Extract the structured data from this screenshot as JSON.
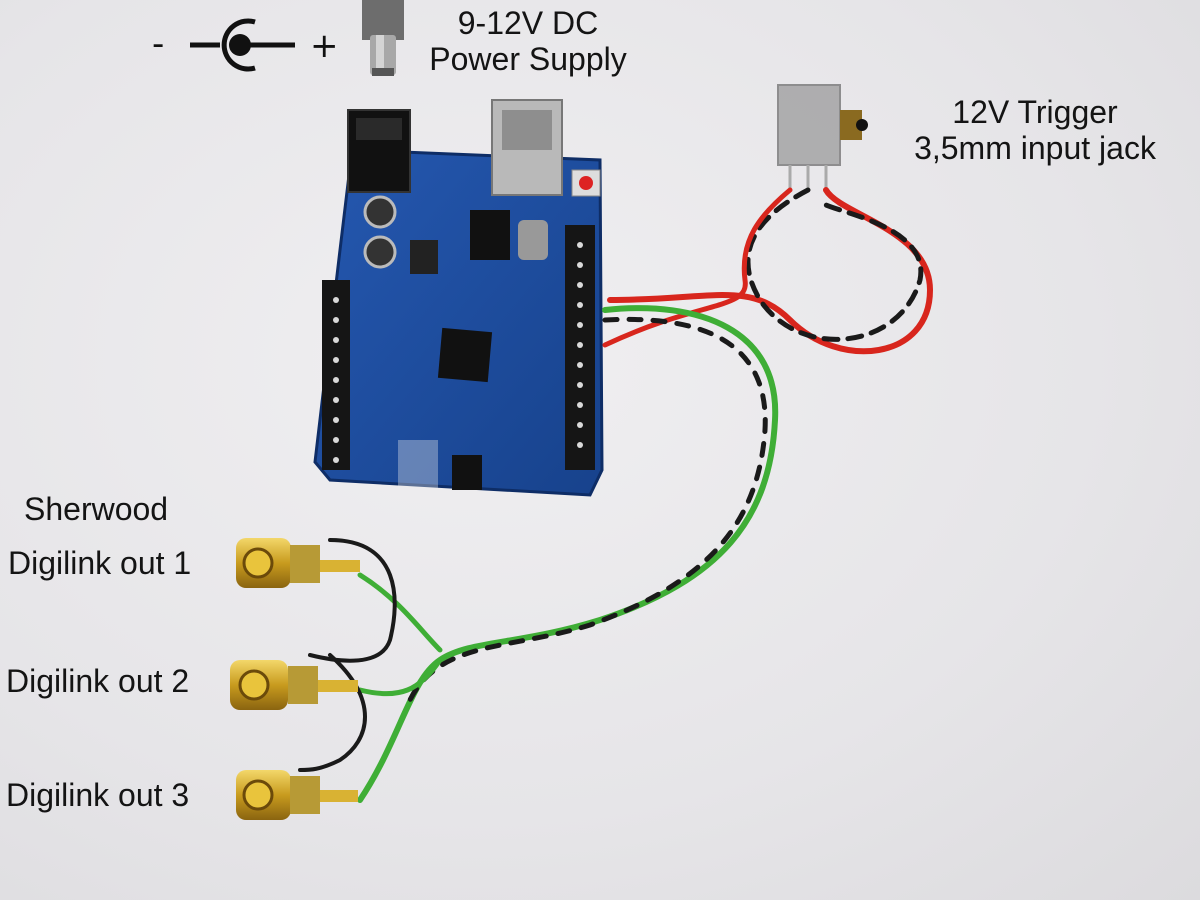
{
  "labels": {
    "power_line1": "9-12V DC",
    "power_line2": "Power Supply",
    "trigger_line1": "12V Trigger",
    "trigger_line2": "3,5mm input jack",
    "sherwood": "Sherwood",
    "out1": "Digilink out 1",
    "out2": "Digilink out 2",
    "out3": "Digilink out 3",
    "minus": "-",
    "plus": "+"
  },
  "colors": {
    "board": "#1f4fa0",
    "wire_green": "#3fae36",
    "wire_red": "#d8261d",
    "wire_black": "#1a1a1a",
    "gold": "#d9b233"
  }
}
